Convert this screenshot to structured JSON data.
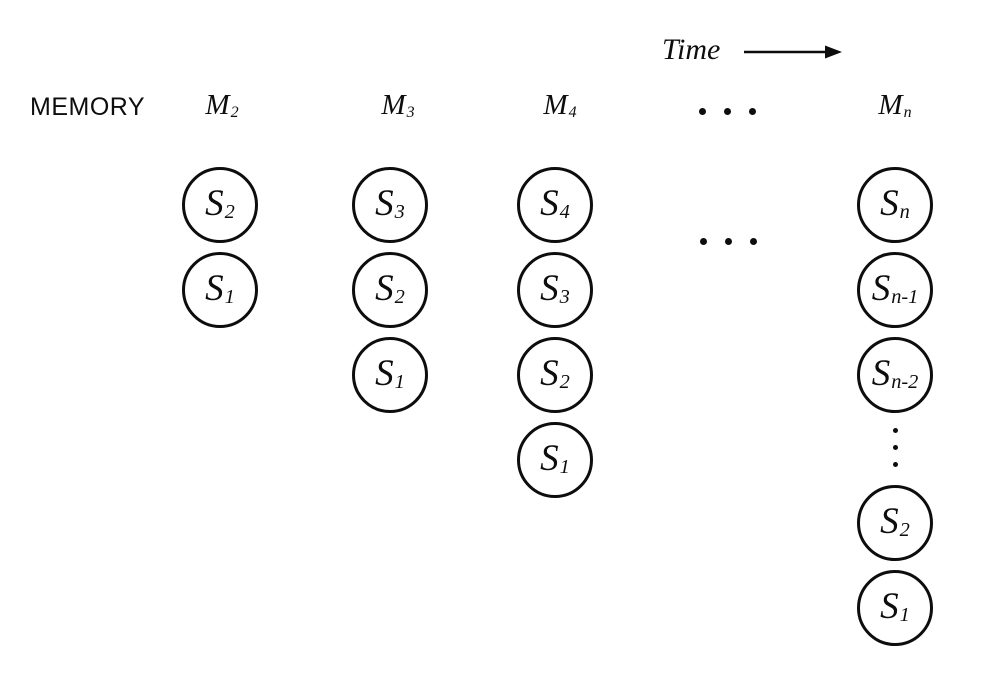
{
  "palette": {
    "background": "#ffffff",
    "ink": "#0d0d0d"
  },
  "time_axis": {
    "label": "Time",
    "arrow_icon": "right-arrow"
  },
  "memory_label": "MEMORY",
  "header_ellipsis": "...",
  "body_ellipsis": "...",
  "vertical_ellipsis": "...",
  "columns": [
    {
      "header": {
        "base": "M",
        "sub": "2"
      },
      "states": [
        {
          "base": "S",
          "sub": "2"
        },
        {
          "base": "S",
          "sub": "1"
        }
      ]
    },
    {
      "header": {
        "base": "M",
        "sub": "3"
      },
      "states": [
        {
          "base": "S",
          "sub": "3"
        },
        {
          "base": "S",
          "sub": "2"
        },
        {
          "base": "S",
          "sub": "1"
        }
      ]
    },
    {
      "header": {
        "base": "M",
        "sub": "4"
      },
      "states": [
        {
          "base": "S",
          "sub": "4"
        },
        {
          "base": "S",
          "sub": "3"
        },
        {
          "base": "S",
          "sub": "2"
        },
        {
          "base": "S",
          "sub": "1"
        }
      ]
    },
    {
      "header": {
        "base": "M",
        "sub": "n"
      },
      "states": [
        {
          "base": "S",
          "sub": "n"
        },
        {
          "base": "S",
          "sub": "n-1"
        },
        {
          "base": "S",
          "sub": "n-2"
        },
        {
          "base": "S",
          "sub": "2"
        },
        {
          "base": "S",
          "sub": "1"
        }
      ]
    }
  ]
}
